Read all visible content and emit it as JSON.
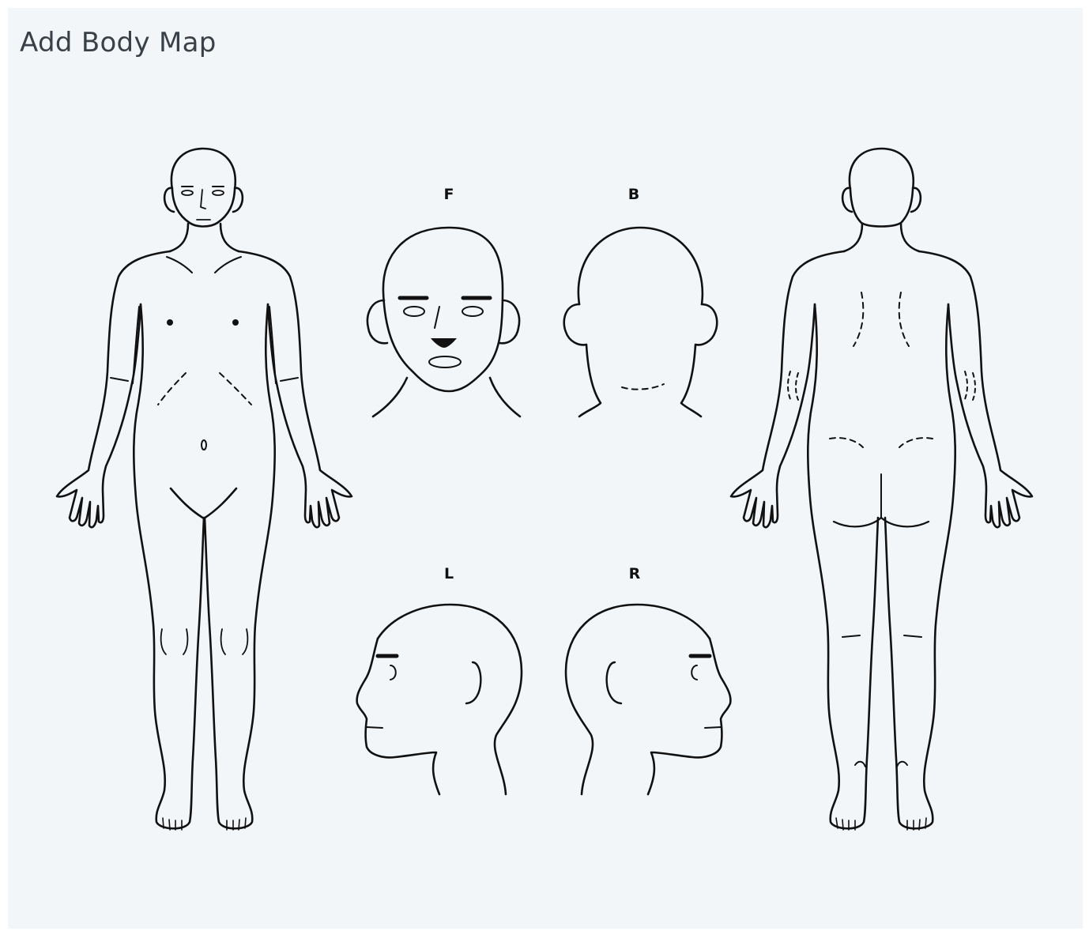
{
  "title": "Add Body Map",
  "views": {
    "front_head_label": "F",
    "back_head_label": "B",
    "left_head_label": "L",
    "right_head_label": "R"
  },
  "icons": [
    "body-front-figure",
    "body-back-figure",
    "head-front-figure",
    "head-back-figure",
    "head-left-figure",
    "head-right-figure"
  ]
}
